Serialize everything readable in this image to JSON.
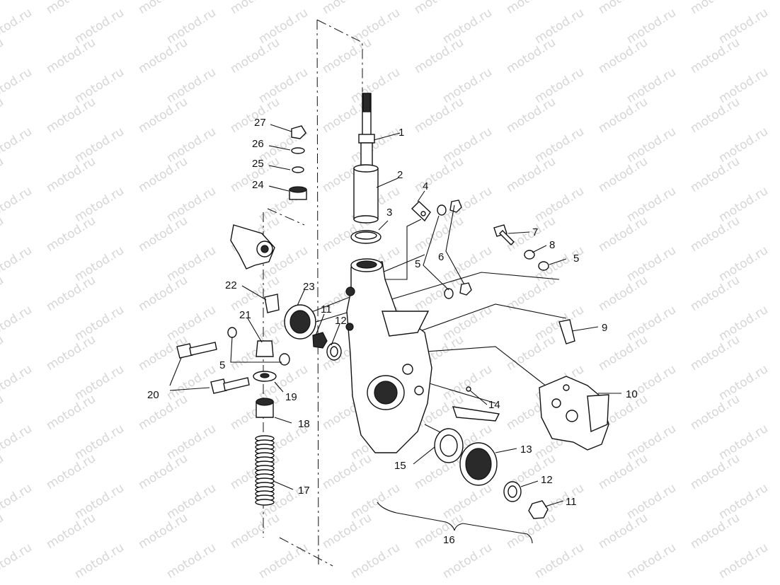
{
  "watermark": "motod.ru",
  "callouts": [
    {
      "id": "c1",
      "text": "1"
    },
    {
      "id": "c2",
      "text": "2"
    },
    {
      "id": "c3",
      "text": "3"
    },
    {
      "id": "c4",
      "text": "4"
    },
    {
      "id": "c5a",
      "text": "5"
    },
    {
      "id": "c6",
      "text": "6"
    },
    {
      "id": "c7",
      "text": "7"
    },
    {
      "id": "c8",
      "text": "8"
    },
    {
      "id": "c5b",
      "text": "5"
    },
    {
      "id": "c9",
      "text": "9"
    },
    {
      "id": "c10",
      "text": "10"
    },
    {
      "id": "c11a",
      "text": "11"
    },
    {
      "id": "c12a",
      "text": "12"
    },
    {
      "id": "c23",
      "text": "23"
    },
    {
      "id": "c22",
      "text": "22"
    },
    {
      "id": "c21",
      "text": "21"
    },
    {
      "id": "c5c",
      "text": "5"
    },
    {
      "id": "c20",
      "text": "20"
    },
    {
      "id": "c19",
      "text": "19"
    },
    {
      "id": "c18",
      "text": "18"
    },
    {
      "id": "c17",
      "text": "17"
    },
    {
      "id": "c14",
      "text": "14"
    },
    {
      "id": "c15",
      "text": "15"
    },
    {
      "id": "c13",
      "text": "13"
    },
    {
      "id": "c12b",
      "text": "12"
    },
    {
      "id": "c11b",
      "text": "11"
    },
    {
      "id": "c16",
      "text": "16"
    },
    {
      "id": "c24",
      "text": "24"
    },
    {
      "id": "c25",
      "text": "25"
    },
    {
      "id": "c26",
      "text": "26"
    },
    {
      "id": "c27",
      "text": "27"
    }
  ]
}
